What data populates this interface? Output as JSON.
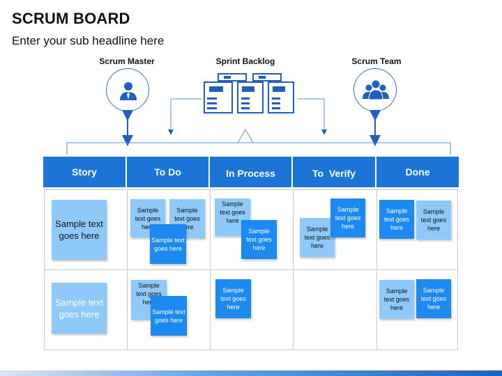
{
  "header": {
    "title": "SCRUM BOARD",
    "subtitle": "Enter your sub headline here"
  },
  "roles": {
    "scrum_master": "Scrum Master",
    "sprint_backlog": "Sprint Backlog",
    "scrum_team": "Scrum Team"
  },
  "icons": {
    "scrum_master": "person-icon",
    "sprint_backlog": "server-racks-icon",
    "scrum_team": "team-icon"
  },
  "columns": [
    "Story",
    "To Do",
    "In Process",
    "To  Verify",
    "Done"
  ],
  "notes": {
    "story_r1": "Sample text goes here",
    "story_r2": "Sample text goes here",
    "todo_r1_a": "Sample text goes here",
    "todo_r1_b": "Sample text goes here",
    "todo_r1_c": "Sample text goes here",
    "todo_r2_a": "Sample text goes here",
    "todo_r2_b": "Sample text goes here",
    "process_r1_a": "Sample text goes here",
    "process_r1_b": "Sample text goes here",
    "process_r2_a": "Sample text goes here",
    "verify_r1_a": "Sample text goes here",
    "verify_r1_b": "Sample text goes here",
    "done_r1_a": "Sample text goes here",
    "done_r1_b": "Sample text goes here",
    "done_r2_a": "Sample text goes here",
    "done_r2_b": "Sample text goes here"
  },
  "colors": {
    "header_blue": "#1c75d6",
    "note_light": "#8ec9fa",
    "note_dark": "#1c8af0",
    "outline_blue": "#2a6fd1"
  }
}
